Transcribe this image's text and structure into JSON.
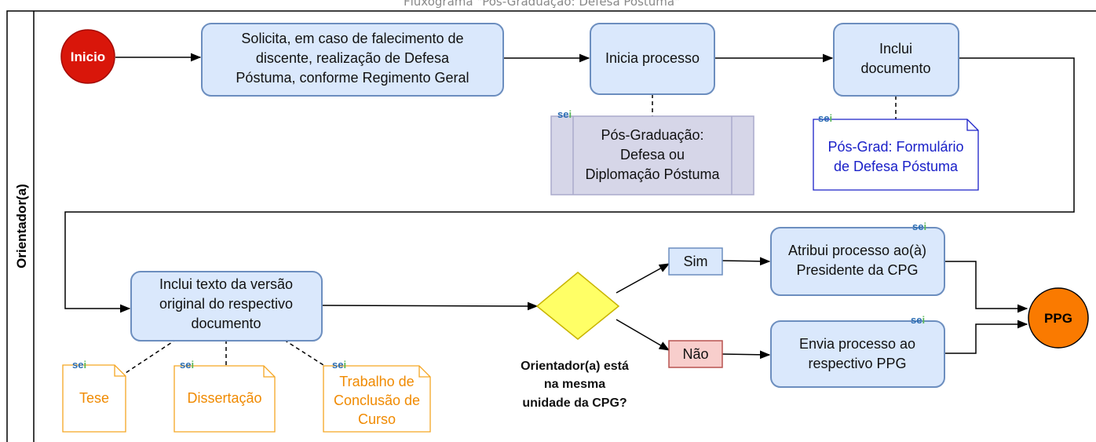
{
  "title": "Fluxograma \"Pós-Graduação: Defesa Póstuma\"",
  "lane": {
    "label": "Orientador(a)"
  },
  "nodes": {
    "inicio": "Inicio",
    "solicita": [
      "Solicita, em caso de falecimento de",
      "discente, realização de Defesa",
      "Póstuma, conforme Regimento Geral"
    ],
    "inicia": "Inicia processo",
    "inclui_doc": [
      "Inclui",
      "documento"
    ],
    "inclui_texto": [
      "Inclui texto da versão",
      "original do respectivo",
      "documento"
    ],
    "decision": [
      "Orientador(a) está",
      "na mesma",
      "unidade da CPG?"
    ],
    "sim": "Sim",
    "nao": "Não",
    "atribui": [
      "Atribui processo ao(à)",
      "Presidente da CPG"
    ],
    "envia": [
      "Envia processo ao",
      "respectivo PPG"
    ],
    "ppg": "PPG"
  },
  "notes": {
    "pos_grad": [
      "Pós-Graduação:",
      "Defesa ou",
      "Diplomação Póstuma"
    ],
    "formulario": [
      "Pós-Grad: Formulário",
      "de Defesa Póstuma"
    ],
    "tese": "Tese",
    "dissertacao": "Dissertação",
    "tcc": [
      "Trabalho de",
      "Conclusão de",
      "Curso"
    ]
  },
  "sei_badge": {
    "part1": "se",
    "part2": "i"
  },
  "colors": {
    "box_fill": "#dae8fc",
    "box_stroke": "#6c8ebf",
    "start": "#d9160a",
    "end": "#fa7a00",
    "decision": "#ffff66",
    "sim_fill": "#dae8fc",
    "nao_fill": "#f8cecc",
    "note_orange": "#f5a623",
    "note_blue": "#1a20c8",
    "pos_grad_fill": "#d6d6e8"
  }
}
